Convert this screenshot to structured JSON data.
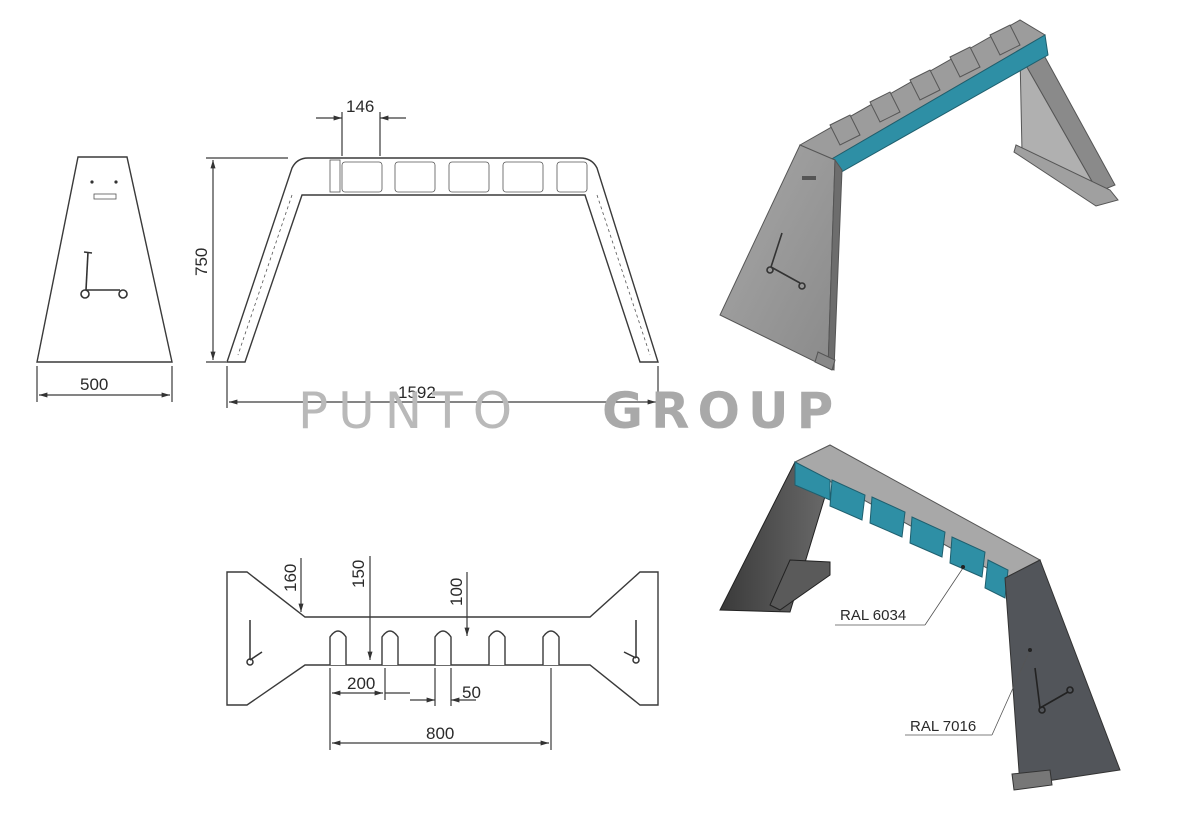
{
  "brand": {
    "light": "PUNTO",
    "bold": "GROUP"
  },
  "dimensions": {
    "front_width": "500",
    "side_height": "750",
    "side_length": "1592",
    "slot_width": "146",
    "top_160": "160",
    "top_150": "150",
    "top_100": "100",
    "top_200": "200",
    "top_50": "50",
    "top_800": "800"
  },
  "colors": {
    "ral_6034": {
      "label": "RAL 6034",
      "hex": "#2e8fa5"
    },
    "ral_7016": {
      "label": "RAL 7016",
      "hex": "#4f5257"
    },
    "steel_light": "#9b9b9b",
    "steel_mid": "#7d7d7d"
  }
}
